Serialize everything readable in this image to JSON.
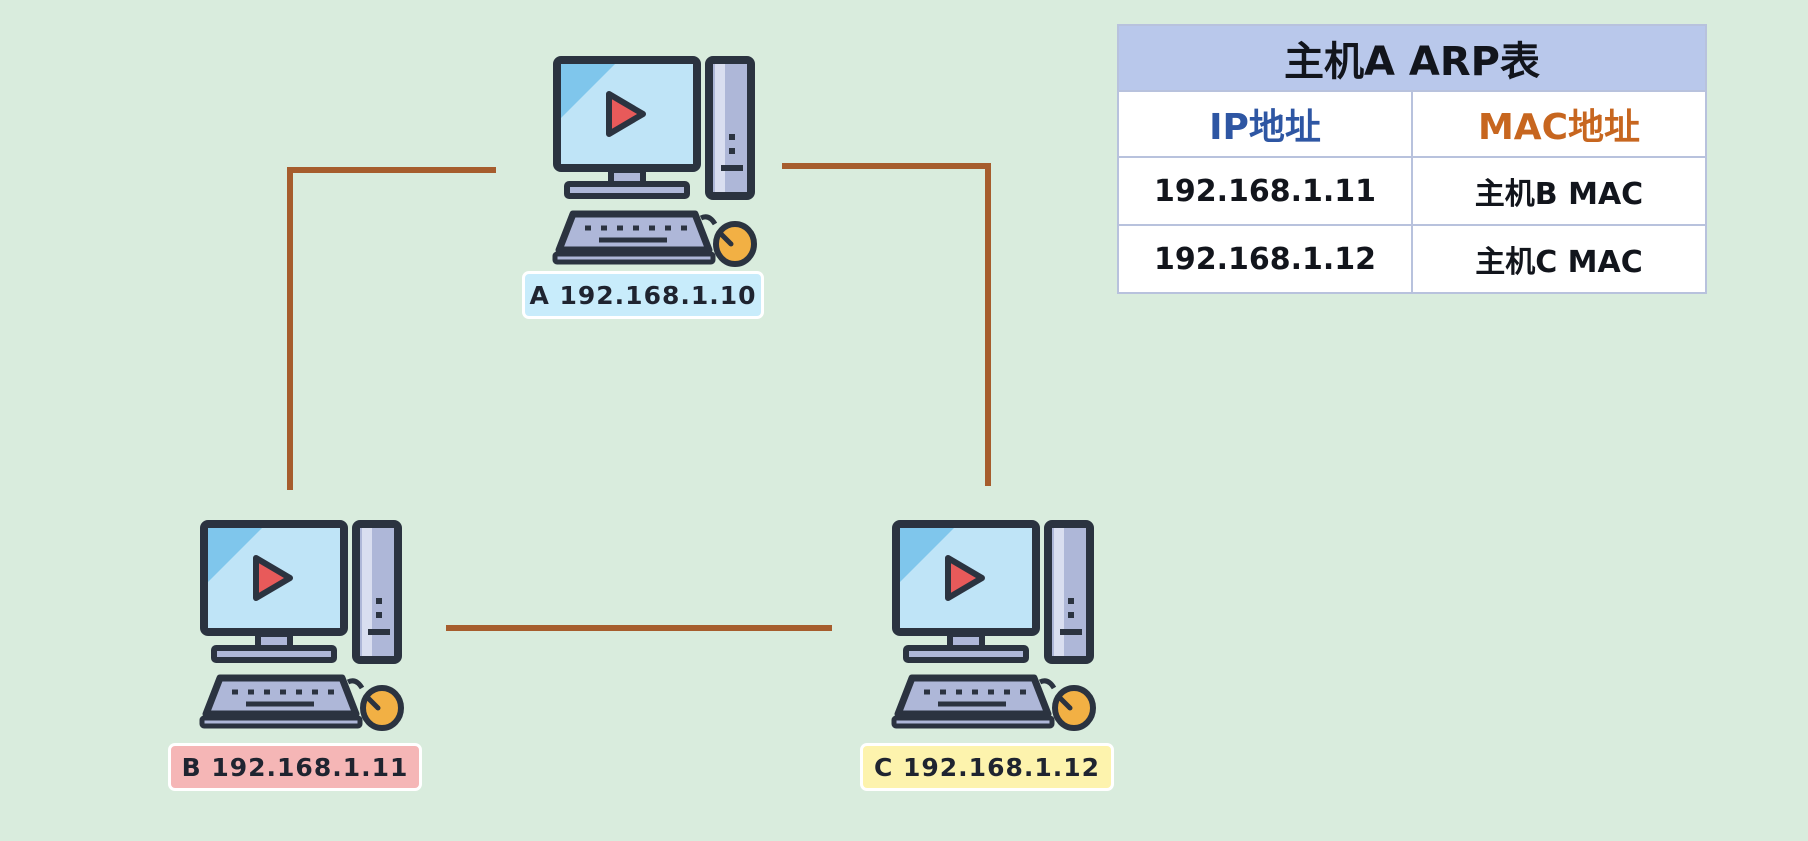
{
  "hosts": {
    "a": {
      "label": "A 192.168.1.10"
    },
    "b": {
      "label": "B 192.168.1.11"
    },
    "c": {
      "label": "C 192.168.1.12"
    }
  },
  "arp_table": {
    "title": "主机A ARP表",
    "headers": {
      "ip": "IP地址",
      "mac": "MAC地址"
    },
    "rows": [
      {
        "ip": "192.168.1.11",
        "mac": "主机B MAC"
      },
      {
        "ip": "192.168.1.12",
        "mac": "主机C MAC"
      }
    ]
  },
  "colors": {
    "background": "#d9ecdd",
    "link": "#a65d2d",
    "screen": "#bfe4f7",
    "screen_shine": "#7fc6ec",
    "play": "#e85a5a",
    "tower": "#aeb7d8",
    "outline": "#2b3340",
    "mouse": "#f2b044",
    "label_a": "#c8ecfb",
    "label_b": "#f5b6b6",
    "label_c": "#fdf3ad"
  }
}
